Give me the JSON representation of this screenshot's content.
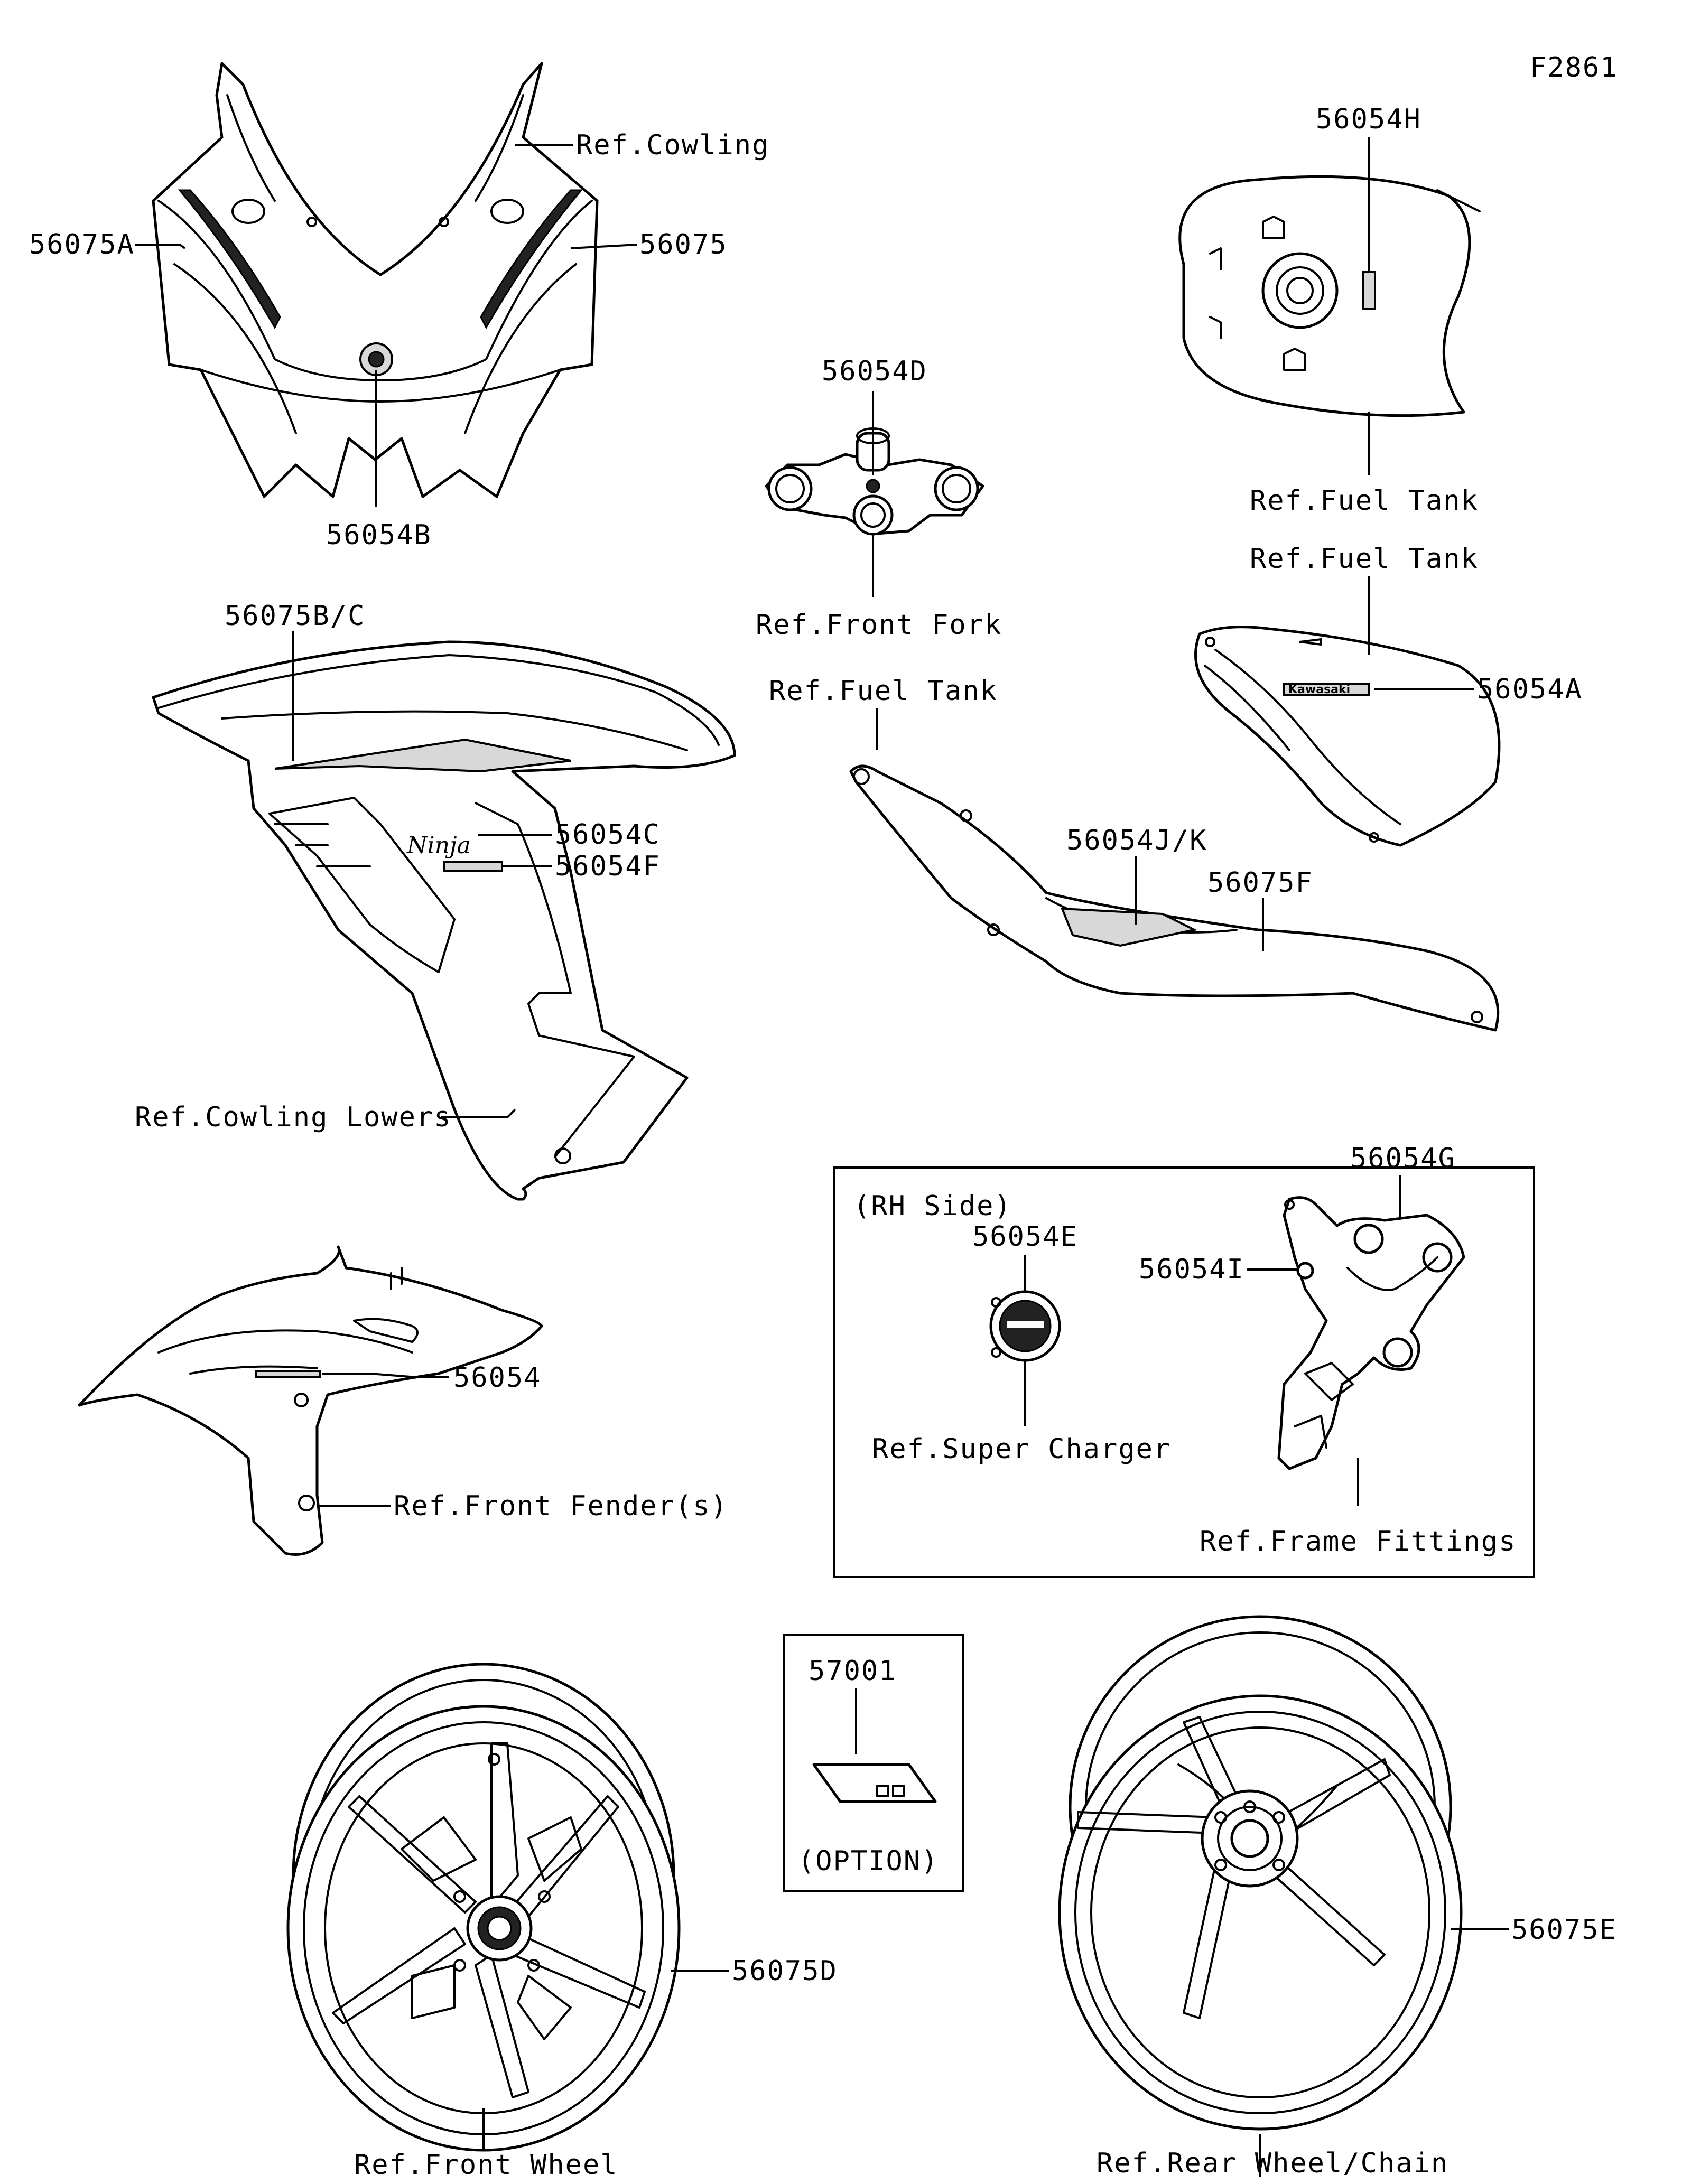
{
  "figure_code": "F2861",
  "labels": {
    "ref_cowling": "Ref.Cowling",
    "p56075A": "56075A",
    "p56075": "56075",
    "p56054B": "56054B",
    "p56054D": "56054D",
    "ref_front_fork": "Ref.Front Fork",
    "p56054H": "56054H",
    "ref_fuel_tank_top": "Ref.Fuel Tank",
    "ref_fuel_tank_side": "Ref.Fuel Tank",
    "p56054A": "56054A",
    "p56075BC": "56075B/C",
    "p56054C": "56054C",
    "p56054F": "56054F",
    "ref_cowling_lowers": "Ref.Cowling Lowers",
    "ref_fuel_tank_cover": "Ref.Fuel Tank",
    "p56054JK": "56054J/K",
    "p56075F": "56075F",
    "rh_side": "(RH Side)",
    "p56054G": "56054G",
    "p56054E": "56054E",
    "p56054I": "56054I",
    "ref_super_charger": "Ref.Super Charger",
    "ref_frame_fittings": "Ref.Frame Fittings",
    "p56054": "56054",
    "ref_front_fenders": "Ref.Front Fender(s)",
    "p57001": "57001",
    "option": "(OPTION)",
    "p56075D": "56075D",
    "p56075E": "56075E",
    "ref_front_wheel": "Ref.Front Wheel",
    "ref_rear_wheel": "Ref.Rear Wheel/Chain"
  },
  "decal_text": {
    "kawasaki": "Kawasaki",
    "ninja": "Ninja"
  }
}
